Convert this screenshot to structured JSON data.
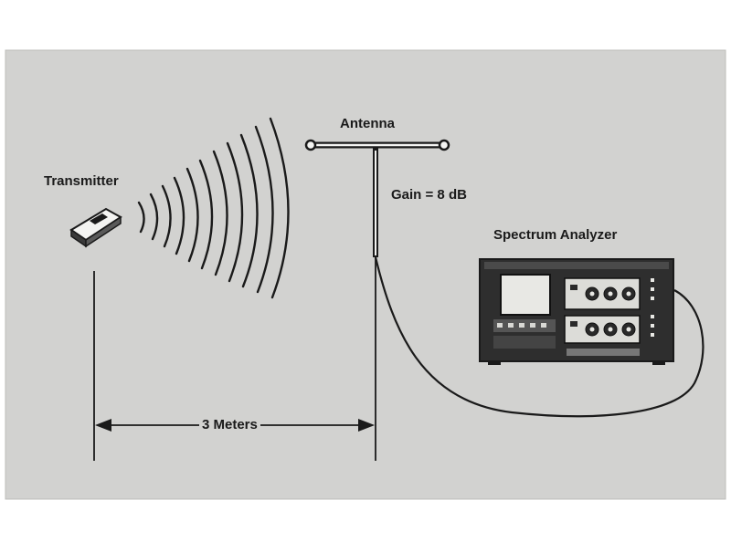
{
  "labels": {
    "transmitter": "Transmitter",
    "antenna": "Antenna",
    "gain": "Gain = 8 dB",
    "spectrum_analyzer": "Spectrum Analyzer",
    "distance": "3  Meters"
  },
  "colors": {
    "panel": "#d2d2d0",
    "ink": "#1a1a1a",
    "device_body": "#3a3a3a",
    "screen": "#e8e8e4"
  }
}
